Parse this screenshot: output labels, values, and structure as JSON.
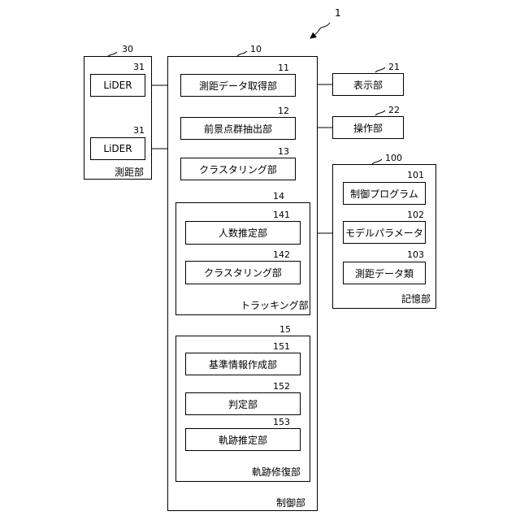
{
  "figure": {
    "ref_main": "1",
    "measuring": {
      "ref": "30",
      "label": "測距部",
      "lidar_top": {
        "ref": "31",
        "label": "LiDER"
      },
      "lidar_bottom": {
        "ref": "31",
        "label": "LiDER"
      }
    },
    "control": {
      "ref": "10",
      "label": "制御部",
      "units": [
        {
          "ref": "11",
          "label": "測距データ取得部"
        },
        {
          "ref": "12",
          "label": "前景点群抽出部"
        },
        {
          "ref": "13",
          "label": "クラスタリング部"
        }
      ],
      "tracking": {
        "ref": "14",
        "label": "トラッキング部",
        "units": [
          {
            "ref": "141",
            "label": "人数推定部"
          },
          {
            "ref": "142",
            "label": "クラスタリング部"
          }
        ]
      },
      "trajectory": {
        "ref": "15",
        "label": "軌跡修復部",
        "units": [
          {
            "ref": "151",
            "label": "基準情報作成部"
          },
          {
            "ref": "152",
            "label": "判定部"
          },
          {
            "ref": "153",
            "label": "軌跡推定部"
          }
        ]
      }
    },
    "display": {
      "ref": "21",
      "label": "表示部"
    },
    "operation": {
      "ref": "22",
      "label": "操作部"
    },
    "storage": {
      "ref": "100",
      "label": "記憶部",
      "units": [
        {
          "ref": "101",
          "label": "制御プログラム"
        },
        {
          "ref": "102",
          "label": "モデルパラメータ"
        },
        {
          "ref": "103",
          "label": "測距データ類"
        }
      ]
    }
  }
}
